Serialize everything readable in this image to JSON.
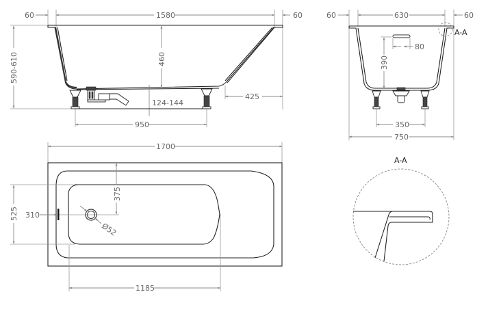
{
  "side_view": {
    "dims": {
      "rim_left": "60",
      "top_length": "1580",
      "rim_right": "60",
      "total_height": "590-610",
      "inner_depth": "460",
      "foot_height": "124-144",
      "slope_offset": "425",
      "feet_spacing": "950"
    }
  },
  "end_view": {
    "dims": {
      "rim_left": "60",
      "top_width": "630",
      "rim_right": "60",
      "overflow_width": "80",
      "overflow_height": "390",
      "feet_spacing": "350",
      "total_width": "750"
    },
    "section_marker": "A-A"
  },
  "plan_view": {
    "dims": {
      "total_length": "1700",
      "total_width": "525",
      "drain_from_end": "310",
      "drain_from_top": "375",
      "drain_diameter": "Ø52",
      "floor_length": "1185"
    }
  },
  "detail_view": {
    "title": "A-A"
  }
}
